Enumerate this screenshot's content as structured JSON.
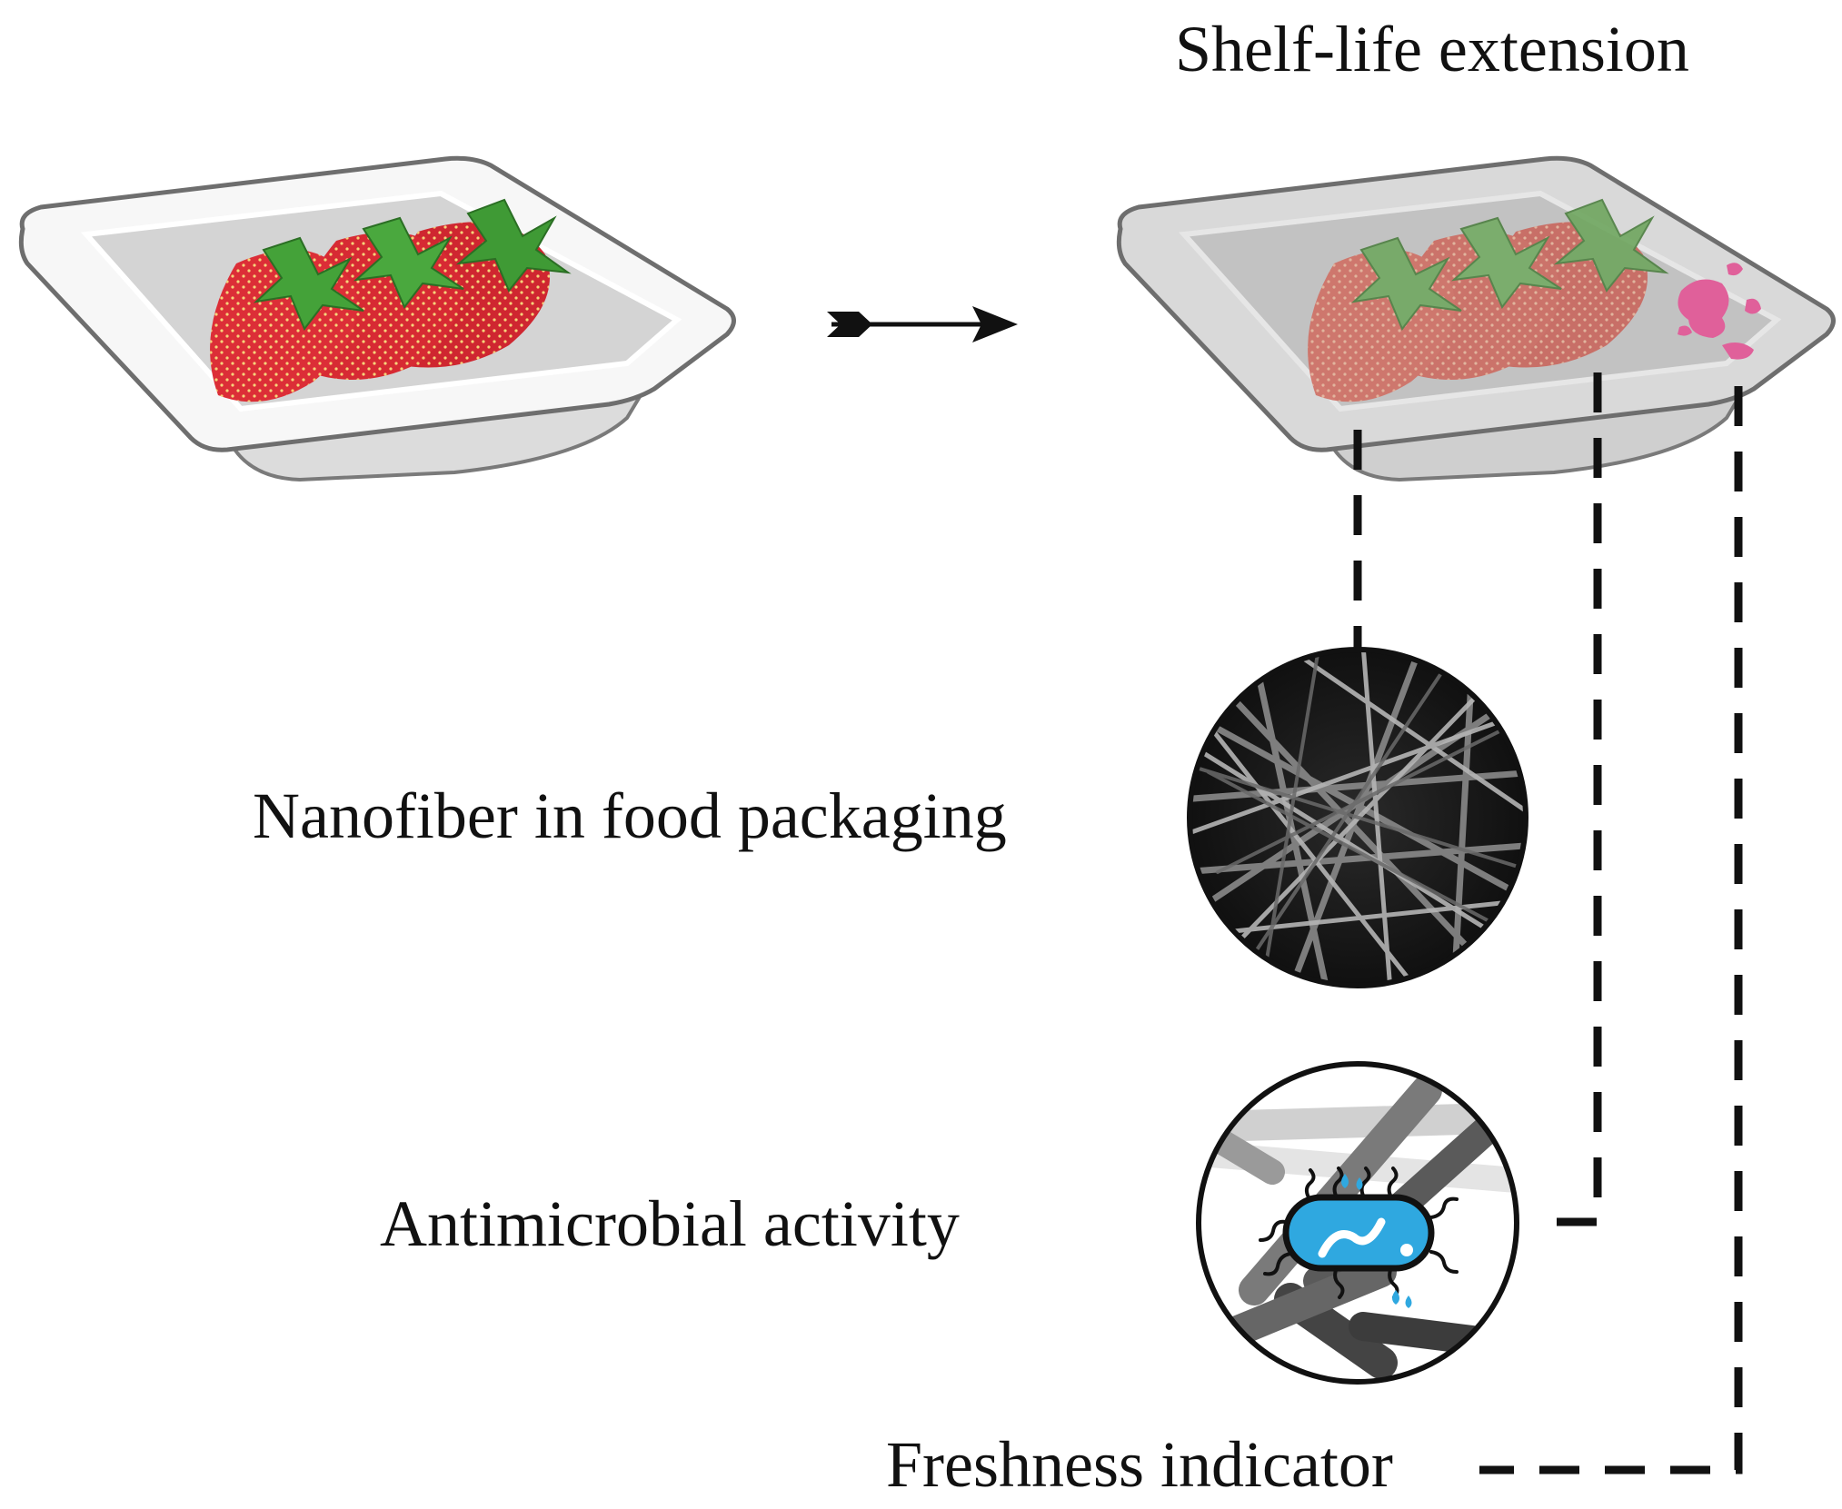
{
  "title": "Shelf-life extension",
  "labels": {
    "nanofiber": "Nanofiber in food packaging",
    "antimicrobial": "Antimicrobial activity",
    "freshness": "Freshness indicator"
  },
  "icons": {
    "fresh_tray": "tray-with-fresh-strawberries-icon",
    "extended_tray": "tray-with-extended-shelf-life-strawberries-icon",
    "arrow": "arrow-right-icon",
    "nanofiber": "nanofiber-sem-circle-icon",
    "antimicrobial": "bacterium-on-fibers-icon"
  },
  "colors": {
    "strawberry": "#d4252f",
    "strawberry_faded": "#c9675e",
    "leaf": "#3f9a35",
    "indicator_pink": "#e0609a",
    "bacterium_blue": "#2fa8e0",
    "tray_light": "#f4f4f4",
    "tray_grey": "#d3d3d3"
  }
}
